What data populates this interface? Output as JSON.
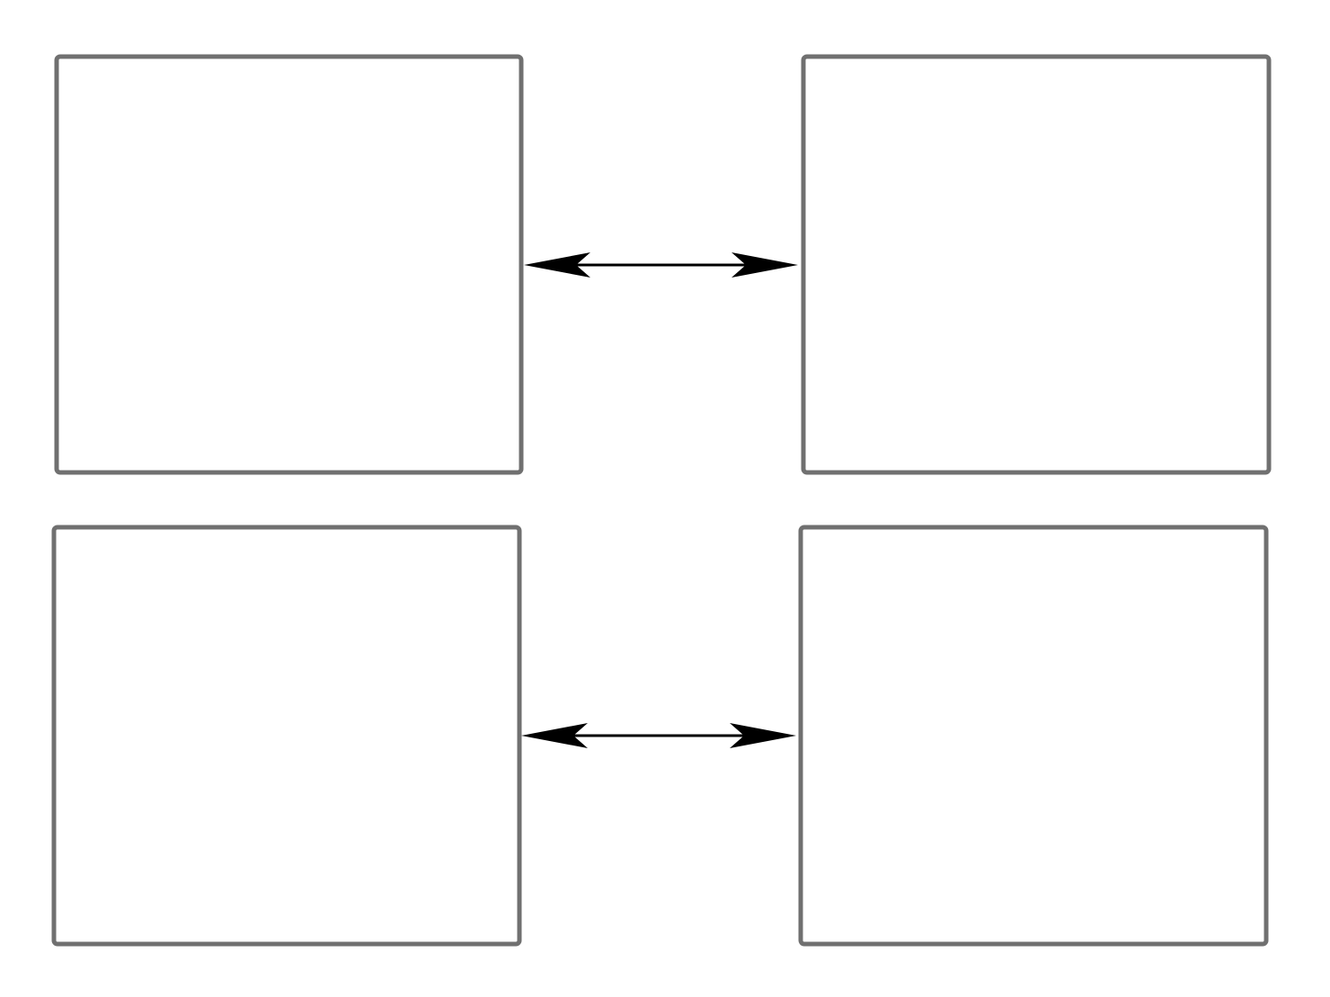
{
  "diagram": {
    "colors": {
      "background": "#ffffff",
      "box_border": "#707070",
      "arrow": "#000000"
    },
    "boxes": [
      {
        "id": "top-left",
        "label": ""
      },
      {
        "id": "top-right",
        "label": ""
      },
      {
        "id": "bottom-left",
        "label": ""
      },
      {
        "id": "bottom-right",
        "label": ""
      }
    ],
    "connectors": [
      {
        "from": "top-left",
        "to": "top-right",
        "direction": "bidirectional"
      },
      {
        "from": "bottom-left",
        "to": "bottom-right",
        "direction": "bidirectional"
      }
    ]
  }
}
